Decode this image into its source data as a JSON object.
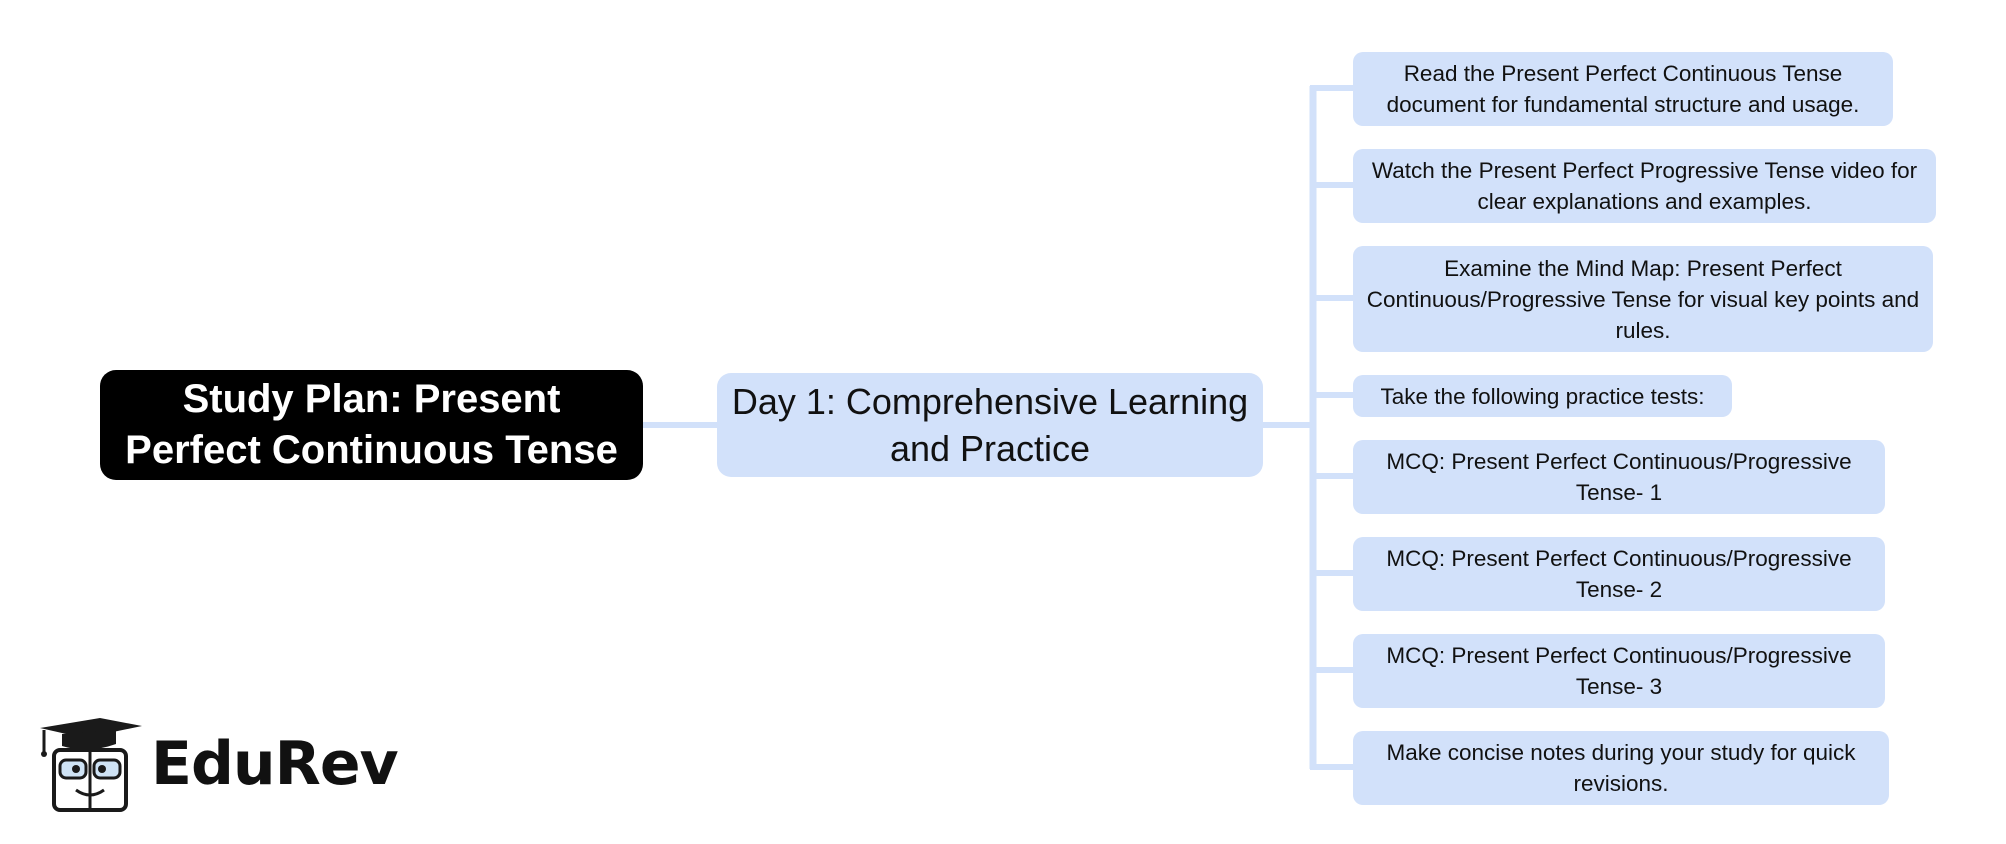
{
  "root": {
    "title": "Study Plan: Present Perfect Continuous Tense"
  },
  "day": {
    "title": "Day 1: Comprehensive Learning and Practice"
  },
  "tasks": [
    "Read the Present Perfect Continuous Tense document for fundamental structure and usage.",
    "Watch the Present Perfect Progressive Tense video for clear explanations and examples.",
    "Examine the Mind Map: Present Perfect Continuous/Progressive Tense for visual key points and rules.",
    "Take the following practice tests:",
    "MCQ: Present Perfect Continuous/Progressive Tense- 1",
    "MCQ: Present Perfect Continuous/Progressive Tense- 2",
    "MCQ: Present Perfect Continuous/Progressive Tense- 3",
    "Make concise notes during your study for quick revisions."
  ],
  "brand": {
    "name": "EduRev",
    "icon": "graduation-cap-mascot-icon"
  },
  "colors": {
    "root_fill": "#000000",
    "node_fill": "#d2e1fa",
    "connector": "#d2e1fa"
  }
}
